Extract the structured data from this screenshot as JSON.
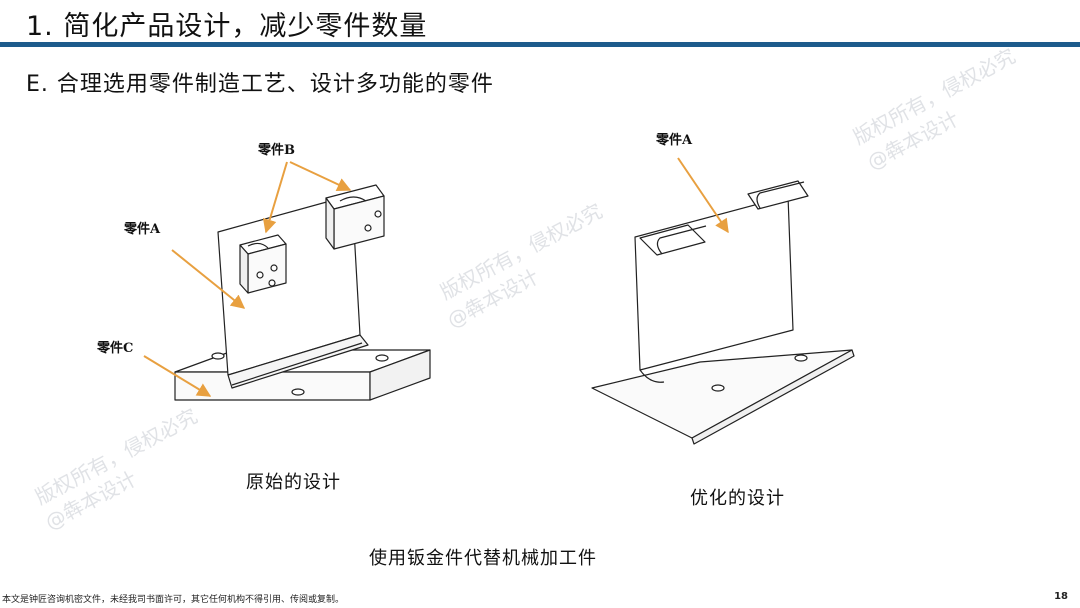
{
  "header": {
    "title": "1. 简化产品设计，减少零件数量",
    "subtitle": "E. 合理选用零件制造工艺、设计多功能的零件"
  },
  "figures": {
    "original": {
      "caption": "原始的设计",
      "labels": {
        "part_a": "零件A",
        "part_b": "零件B",
        "part_c": "零件C"
      }
    },
    "optimized": {
      "caption": "优化的设计",
      "labels": {
        "part_a": "零件A"
      }
    },
    "bottom_caption": "使用钣金件代替机械加工件"
  },
  "watermarks": {
    "line1": "版权所有，侵权必究",
    "line2": "@犇本设计"
  },
  "footer": {
    "note": "本文是钟匠咨询机密文件，未经我司书面许可，其它任何机构不得引用、传阅或复制。",
    "page": "18"
  },
  "colors": {
    "accent_rule": "#1d5b8c",
    "arrow": "#e8a040"
  }
}
